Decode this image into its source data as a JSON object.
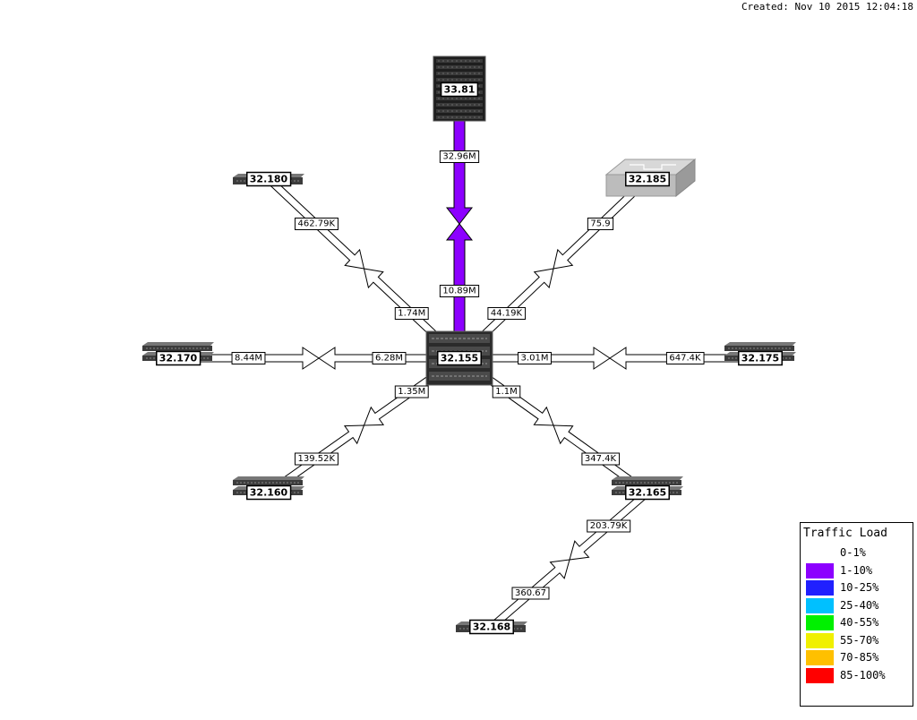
{
  "created": "Created: Nov 10 2015 12:04:18",
  "nodes": [
    {
      "id": "hub",
      "label": "32.155",
      "icon": "rack-switch-icon"
    },
    {
      "id": "n3381",
      "label": "33.81",
      "icon": "chassis-router-icon"
    },
    {
      "id": "n180",
      "label": "32.180",
      "icon": "switch-icon"
    },
    {
      "id": "n185",
      "label": "32.185",
      "icon": "workgroup-switch-icon"
    },
    {
      "id": "n170",
      "label": "32.170",
      "icon": "stacked-switch-icon"
    },
    {
      "id": "n175",
      "label": "32.175",
      "icon": "stacked-switch-icon"
    },
    {
      "id": "n160",
      "label": "32.160",
      "icon": "stacked-switch-icon"
    },
    {
      "id": "n165",
      "label": "32.165",
      "icon": "stacked-switch-icon"
    },
    {
      "id": "n168",
      "label": "32.168",
      "icon": "switch-icon"
    }
  ],
  "links": [
    {
      "from": "hub",
      "to": "n3381",
      "out": "10.89M",
      "in": "32.96M",
      "color": "#8c00ff"
    },
    {
      "from": "hub",
      "to": "n180",
      "out": "1.74M",
      "in": "462.79K",
      "color": "#ffffff"
    },
    {
      "from": "hub",
      "to": "n185",
      "out": "44.19K",
      "in": "75.9",
      "color": "#ffffff"
    },
    {
      "from": "hub",
      "to": "n170",
      "out": "6.28M",
      "in": "8.44M",
      "color": "#ffffff"
    },
    {
      "from": "hub",
      "to": "n175",
      "out": "3.01M",
      "in": "647.4K",
      "color": "#ffffff"
    },
    {
      "from": "hub",
      "to": "n160",
      "out": "1.35M",
      "in": "139.52K",
      "color": "#ffffff"
    },
    {
      "from": "hub",
      "to": "n165",
      "out": "1.1M",
      "in": "347.4K",
      "color": "#ffffff"
    },
    {
      "from": "n165",
      "to": "n168",
      "out": "203.79K",
      "in": "360.67",
      "color": "#ffffff"
    }
  ],
  "legend": {
    "title": "Traffic Load",
    "items": [
      {
        "label": "0-1%",
        "color": "#ffffff"
      },
      {
        "label": "1-10%",
        "color": "#8c00ff"
      },
      {
        "label": "10-25%",
        "color": "#2020ff"
      },
      {
        "label": "25-40%",
        "color": "#00c0ff"
      },
      {
        "label": "40-55%",
        "color": "#00f000"
      },
      {
        "label": "55-70%",
        "color": "#f0f000"
      },
      {
        "label": "70-85%",
        "color": "#ffc000"
      },
      {
        "label": "85-100%",
        "color": "#ff0000"
      }
    ]
  }
}
